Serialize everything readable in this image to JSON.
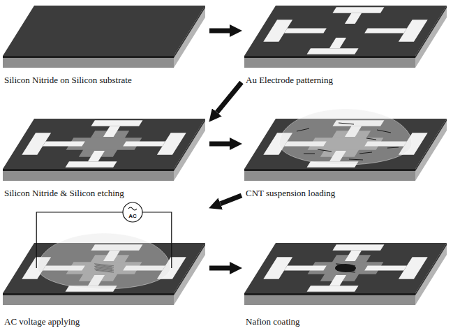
{
  "diagram": {
    "nodes": [
      {
        "text": [
          "Silicon Nitride on Silicon substrate"
        ]
      },
      {
        "text": [
          "Au Electrode patterning"
        ]
      },
      {
        "text": [
          "Silicon Nitride & Silicon etching"
        ]
      },
      {
        "text": [
          "CNT suspension loading"
        ]
      },
      {
        "text": [
          "AC voltage applying"
        ]
      },
      {
        "text": [
          "Nafion coating"
        ]
      }
    ],
    "edges": [
      {
        "from": 0,
        "to": 1,
        "arrow": "to"
      },
      {
        "from": 1,
        "to": 2,
        "arrow": "to"
      },
      {
        "from": 2,
        "to": 3,
        "arrow": "to"
      },
      {
        "from": 3,
        "to": 4,
        "arrow": "to"
      },
      {
        "from": 4,
        "to": 5,
        "arrow": "to"
      }
    ],
    "labels": [
      "AC"
    ]
  }
}
